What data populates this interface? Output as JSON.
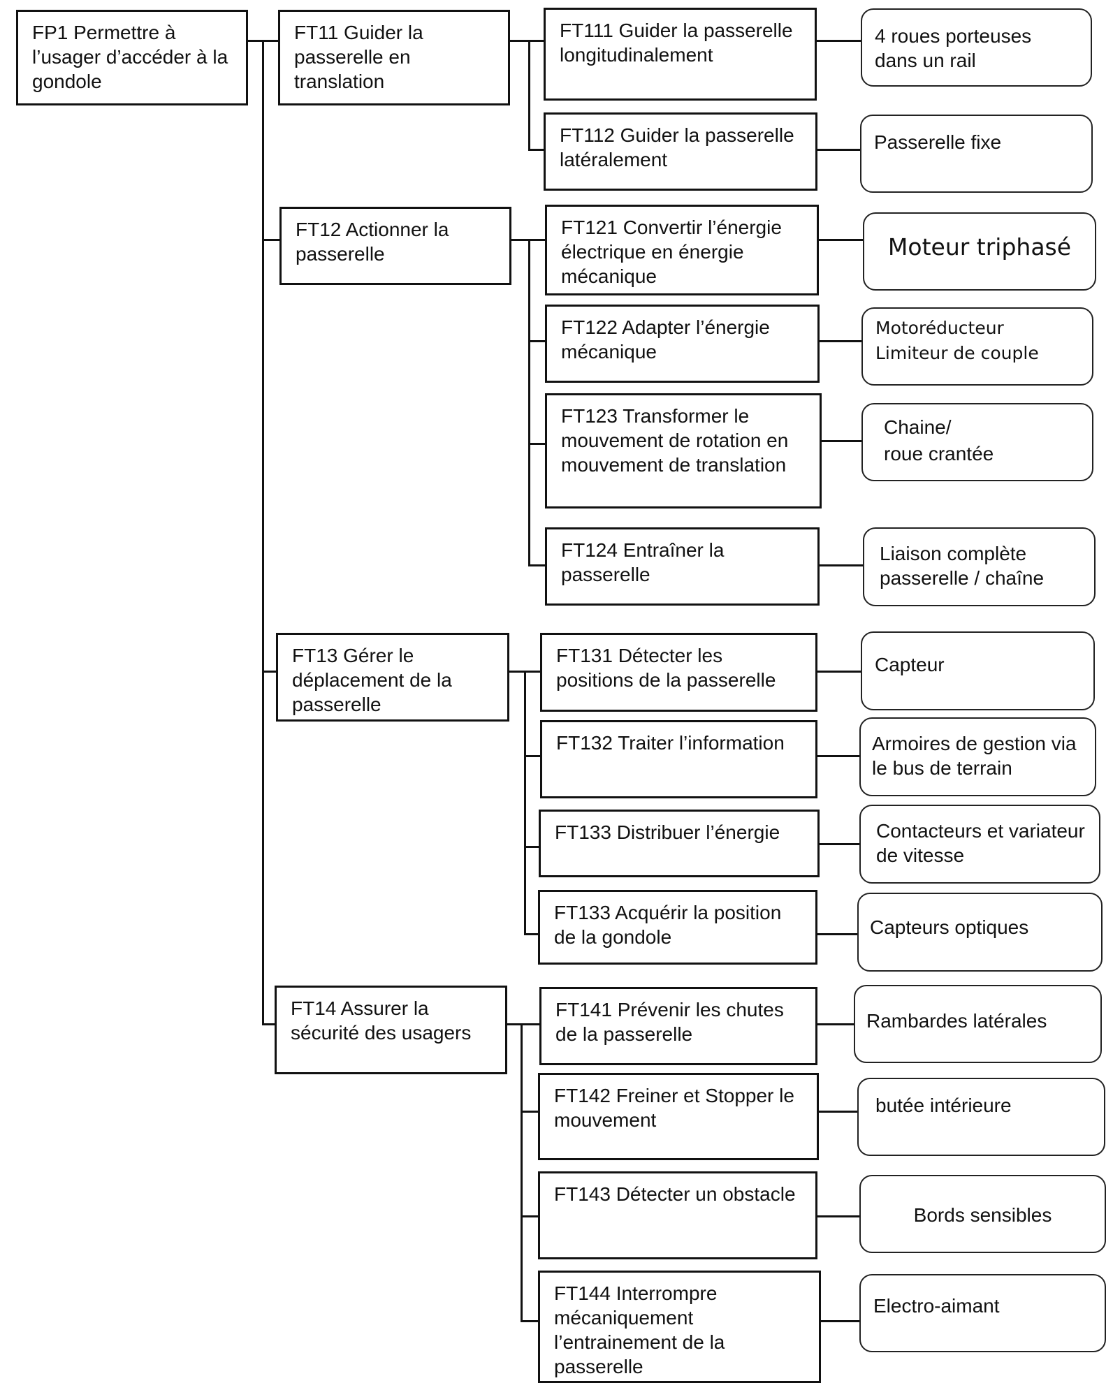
{
  "diagram": {
    "fp1": "FP1 Permettre à l’usager d’accéder à la gondole",
    "ft11": "FT11 Guider la passerelle en translation",
    "ft111": "FT111 Guider  la passerelle longitudinalement",
    "ft112": "FT112 Guider  la passerelle latéralement",
    "ft12": "FT12 Actionner la passerelle",
    "ft121": "FT121 Convertir l’énergie électrique en énergie mécanique",
    "ft122": "FT122 Adapter l’énergie mécanique",
    "ft123": "FT123 Transformer le mouvement de rotation en mouvement de translation",
    "ft124": "FT124 Entraîner la passerelle",
    "ft13": "FT13 Gérer le déplacement de la passerelle",
    "ft131": "FT131 Détecter les positions de la passerelle",
    "ft132": "FT132 Traiter l’information",
    "ft133a": "FT133 Distribuer l’énergie",
    "ft133b": "FT133 Acquérir la position de la gondole",
    "ft14": "FT14 Assurer la sécurité des usagers",
    "ft141": "FT141 Prévenir les chutes de la passerelle",
    "ft142": "FT142 Freiner et Stopper le mouvement",
    "ft143": "FT143 Détecter un obstacle",
    "ft144": "FT144 Interrompre mécaniquement l’entrainement de la passerelle"
  },
  "solutions": {
    "s111": "4 roues porteuses dans un rail",
    "s112": "Passerelle fixe",
    "s121": "Moteur triphasé",
    "s122_line1": "Motoréducteur",
    "s122_line2": "Limiteur de couple",
    "s123_line1": "Chaine/",
    "s123_line2": "roue crantée",
    "s124": "Liaison complète passerelle / chaîne",
    "s131": "Capteur",
    "s132": "Armoires de gestion via le bus de terrain",
    "s133a": "Contacteurs et variateur de vitesse",
    "s133b": "Capteurs optiques",
    "s141": "Rambardes latérales",
    "s142": "butée intérieure",
    "s143": "Bords sensibles",
    "s144": "Electro-aimant"
  }
}
